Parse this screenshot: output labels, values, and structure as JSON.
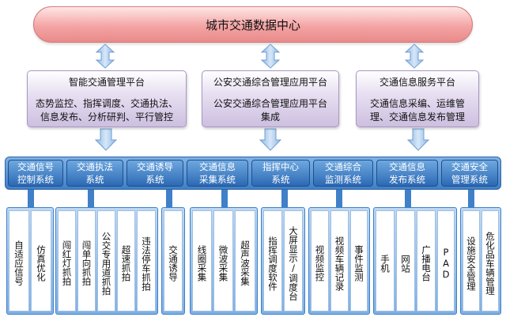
{
  "center": {
    "title": "城市交通数据中心"
  },
  "platforms": [
    {
      "title": "智能交通管理平台",
      "desc": "态势监控、指挥调度、交通执法、\n信息发布、分析研判、平行管控"
    },
    {
      "title": "公安交通综合管理应用平台",
      "desc": "公安交通综合管理应用平台\n集成"
    },
    {
      "title": "交通信息服务平台",
      "desc": "交通信息采编、运维管\n理、交通信息发布管理"
    }
  ],
  "systems": [
    "交通信号\n控制系统",
    "交通执法\n系统",
    "交通诱导\n系统",
    "交通信息\n采集系统",
    "指挥中心\n系统",
    "交通综合\n监测系统",
    "交通信息\n发布系统",
    "交通安全\n管理系统"
  ],
  "subsystems": [
    [
      "自适应信号",
      "仿真优化"
    ],
    [
      "闯红灯抓拍",
      "闯单向抓拍",
      "公交专用道抓拍",
      "超速抓拍",
      "违法停车抓拍"
    ],
    [
      "交通诱导"
    ],
    [
      "线圈采集",
      "微波采集",
      "超声波采集"
    ],
    [
      "指挥调度软件",
      "大屏显示/调度台"
    ],
    [
      "视频监控",
      "视频车辆记录",
      "事件监测"
    ],
    [
      "手机",
      "网站",
      "广播电台",
      "PAD"
    ],
    [
      "设施安全管理",
      "危化品车辆管理"
    ]
  ],
  "colors": {
    "center": "#f4a4a4",
    "platform": "#cdbfe0",
    "system": "#2d69b4",
    "band": "#5b96d6"
  }
}
